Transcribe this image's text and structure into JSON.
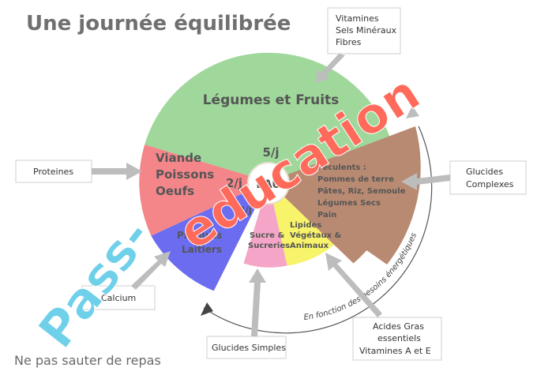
{
  "title": "Une journée équilibrée",
  "footer": "Ne pas sauter de repas",
  "segments": {
    "legumes": {
      "label": "Légumes et Fruits",
      "freq": "5/j",
      "color": "#9fd89a"
    },
    "viande": {
      "lines": [
        "Viande",
        "Poissons",
        "Oeufs"
      ],
      "freq": "2/j",
      "color": "#f4868a"
    },
    "laitiers": {
      "lines": [
        "Produits",
        "Laitiers"
      ],
      "freq": "3/j",
      "color": "#6b6cf0"
    },
    "sucre": {
      "lines": [
        "Sucre &",
        "Sucreries"
      ],
      "color": "#f5a6c8"
    },
    "lipides": {
      "lines": [
        "Lipides",
        "Végétaux &",
        "Animaux"
      ],
      "color": "#f7f36a"
    },
    "feculents": {
      "lines": [
        "Féculents :",
        "Pommes de terre",
        "Pâtes, Riz, Semoule",
        "Légumes Secs",
        "Pain"
      ],
      "color": "#b98a72"
    },
    "center": {
      "label": "EAU"
    }
  },
  "callouts": {
    "vitamines": [
      "Vitamines",
      "Sels Minéraux",
      "Fibres"
    ],
    "proteines": "Proteines",
    "glucides_complexes": [
      "Glucides",
      "Complexes"
    ],
    "calcium": "Calcium",
    "glucides_simples": "Glucides Simples",
    "acides": [
      "Acides Gras",
      "essentiels",
      "Vitamines A et E"
    ]
  },
  "ring_label": "En fonction des besoins énergétiques",
  "watermark": {
    "part1": "Pass-",
    "part2": "education"
  }
}
